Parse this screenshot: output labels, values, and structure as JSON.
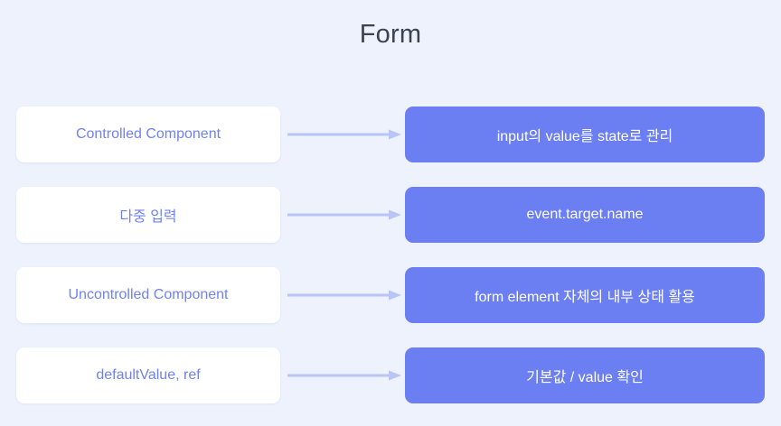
{
  "page": {
    "title": "Form",
    "background_color": "#eef2fd",
    "title_color": "#3c4250"
  },
  "colors": {
    "left_card_bg": "#ffffff",
    "left_card_text": "#6f82f0",
    "right_card_bg": "#6b7ff2",
    "right_card_text": "#ffffff",
    "arrow": "#b9c4f7"
  },
  "rows": [
    {
      "left": "Controlled Component",
      "right": "input의 value를 state로 관리",
      "arrow": "arrow-right-icon"
    },
    {
      "left": "다중 입력",
      "right": "event.target.name",
      "arrow": "arrow-right-icon"
    },
    {
      "left": "Uncontrolled Component",
      "right": "form element 자체의 내부 상태 활용",
      "arrow": "arrow-right-icon"
    },
    {
      "left": "defaultValue, ref",
      "right": "기본값 / value 확인",
      "arrow": "arrow-right-icon"
    }
  ]
}
